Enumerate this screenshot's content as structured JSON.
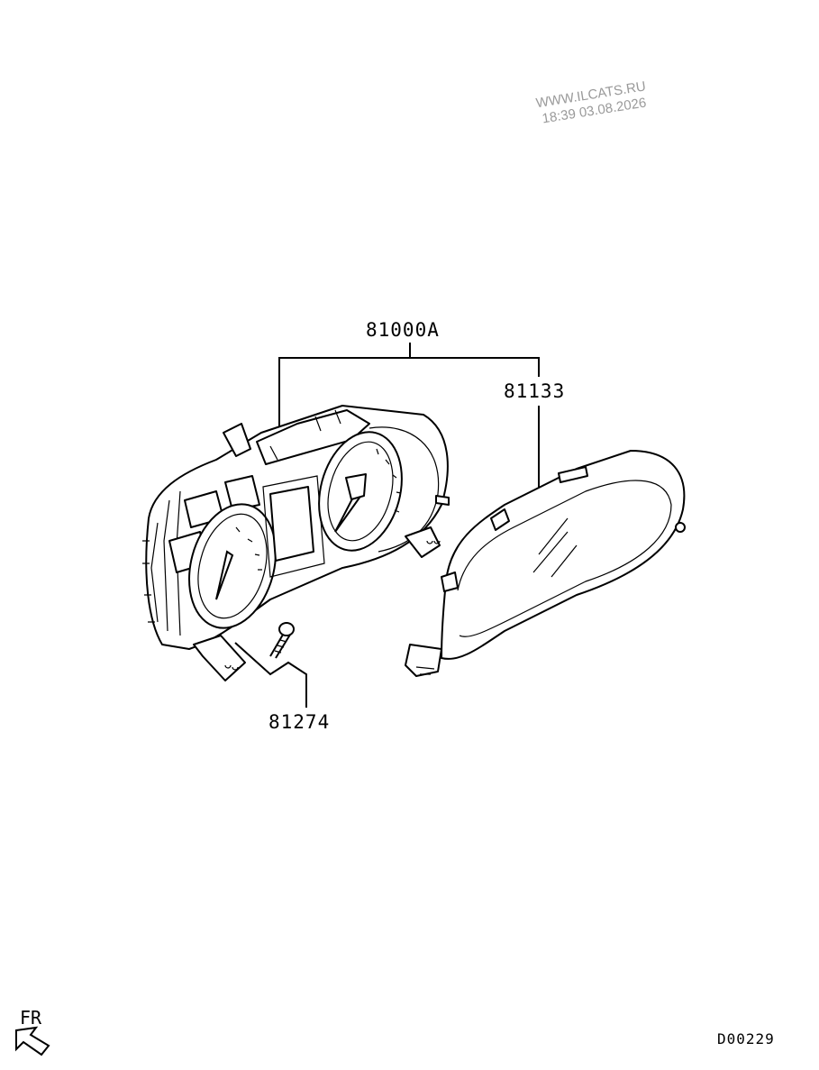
{
  "watermark": {
    "site": "WWW.ILCATS.RU",
    "timestamp": "18:39 03.08.2026"
  },
  "callouts": {
    "assembly": "81000A",
    "lens": "81133",
    "screw": "81274"
  },
  "direction": {
    "label": "FR",
    "icon": "arrow-front-icon"
  },
  "diagram_code": "D00229",
  "colors": {
    "line": "#000000",
    "watermark": "#9a9a9a",
    "background": "#ffffff"
  }
}
